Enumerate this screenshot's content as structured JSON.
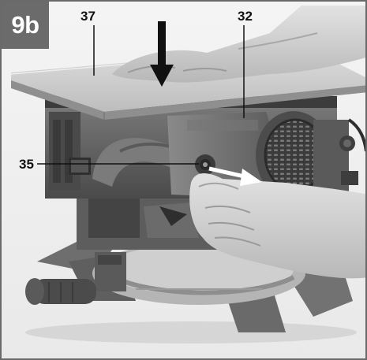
{
  "figure": {
    "label": "9b"
  },
  "callouts": {
    "table_top": "37",
    "motor_housing": "32",
    "locking_knob": "35"
  },
  "colors": {
    "badge_bg": "#6b6b6b",
    "badge_text": "#ffffff",
    "frame_border": "#6a6a6a",
    "leader_line": "#111111",
    "arrow_white": "#ffffff"
  },
  "icons": {
    "down_arrow": "down-arrow-icon",
    "rotate_arrow": "direction-arrow-icon"
  }
}
